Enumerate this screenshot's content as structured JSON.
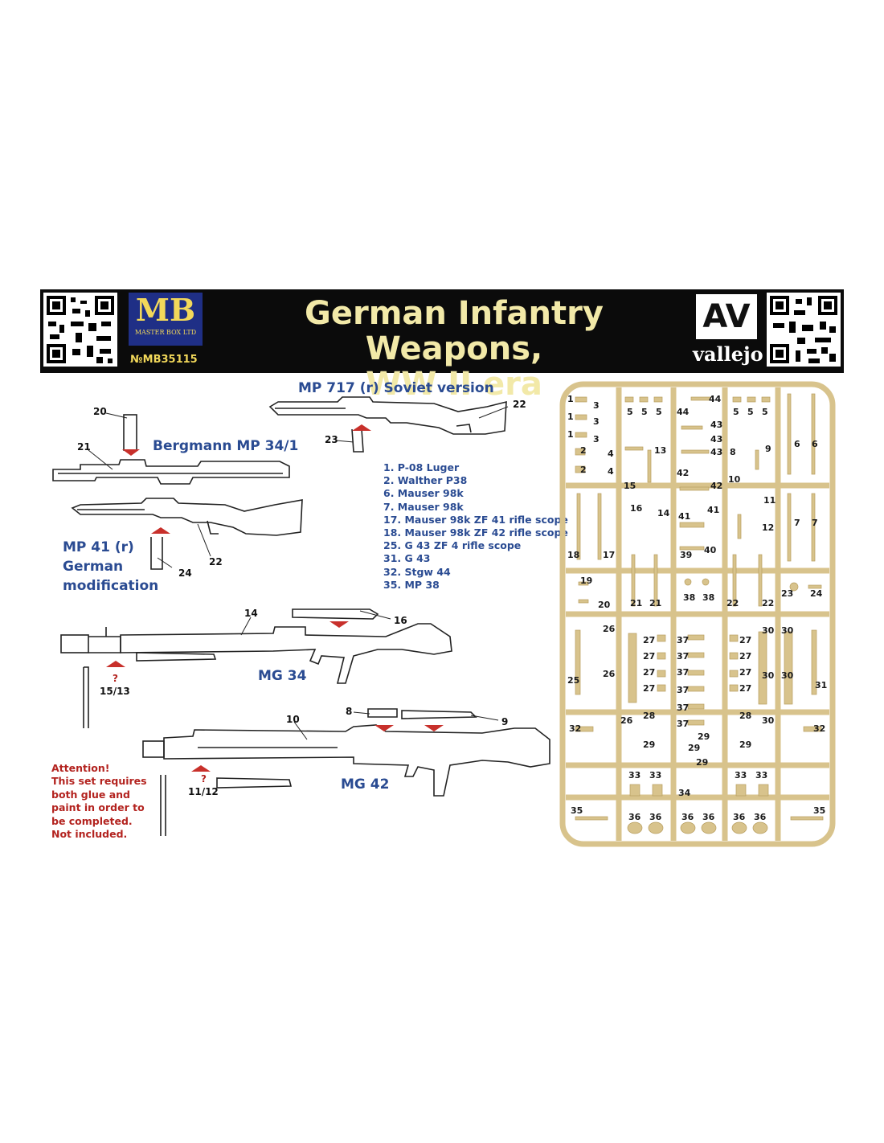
{
  "header": {
    "title_line1": "German Infantry Weapons,",
    "title_line2": "WW II era",
    "mb_logo_text": "MB",
    "mb_logo_subtext": "MASTER BOX LTD",
    "mb_code": "№MB35115",
    "vallejo_logo_text": "AV",
    "vallejo_wordmark": "vallejo"
  },
  "weapons": {
    "mp717": "MP 717 (r) Soviet version",
    "bergmann": "Bergmann MP 34/1",
    "mp41_line1": "MP 41 (r)",
    "mp41_line2": "German",
    "mp41_line3": "modification",
    "mg34": "MG 34",
    "mg42": "MG 42"
  },
  "part_numbers": {
    "p20": "20",
    "p21": "21",
    "p23": "23",
    "p22a": "22",
    "p22b": "22",
    "p24": "24",
    "p14": "14",
    "p16": "16",
    "p1513": "15/13",
    "p10": "10",
    "p8": "8",
    "p9": "9",
    "p1112": "11/12",
    "q1": "?",
    "q2": "?"
  },
  "legend": [
    "1. P-08 Luger",
    "2. Walther P38",
    "6. Mauser 98k",
    "7. Mauser 98k",
    "17. Mauser 98k ZF 41 rifle scope",
    "18. Mauser 98k ZF 42 rifle scope",
    "25. G 43 ZF 4 rifle scope",
    "31. G 43",
    "32. Stgw 44",
    "35. MP 38"
  ],
  "attention": [
    "Attention!",
    "This set requires",
    "both glue and",
    "paint in order to",
    "be completed.",
    "Not included."
  ],
  "sprue_labels": {
    "c1": [
      "1",
      "1",
      "1",
      "2",
      "2",
      "3",
      "3",
      "3",
      "4",
      "4"
    ],
    "c2": [
      "5",
      "5",
      "5",
      "13",
      "15",
      "16",
      "14"
    ],
    "c3": [
      "44",
      "44",
      "43",
      "43",
      "43",
      "42",
      "42",
      "41",
      "41",
      "39",
      "40",
      "38",
      "38"
    ],
    "c4": [
      "5",
      "5",
      "5",
      "8",
      "9",
      "10",
      "11",
      "12"
    ],
    "c5": [
      "6",
      "6",
      "7",
      "7"
    ],
    "r2a": [
      "18",
      "17",
      "19",
      "20"
    ],
    "r2b": [
      "21",
      "21"
    ],
    "r2c": [
      "22",
      "22"
    ],
    "r2d": [
      "23",
      "24"
    ],
    "r3": [
      "26",
      "26",
      "25",
      "27",
      "27",
      "27",
      "27",
      "26",
      "28",
      "29",
      "37",
      "37",
      "37",
      "37",
      "37",
      "37",
      "29",
      "29",
      "29",
      "34",
      "27",
      "27",
      "27",
      "27",
      "28",
      "29",
      "30",
      "30",
      "30",
      "30",
      "30",
      "31"
    ],
    "r4": [
      "32",
      "33",
      "33",
      "33",
      "33",
      "32",
      "35",
      "36",
      "36",
      "36",
      "36",
      "36",
      "36",
      "35"
    ]
  },
  "colors": {
    "banner_bg": "#0b0b0b",
    "title": "#f2e9a8",
    "weapon_label": "#2a4b92",
    "attention": "#b3231f",
    "sprue": "#d8c38c",
    "arrow": "#c8302b"
  }
}
